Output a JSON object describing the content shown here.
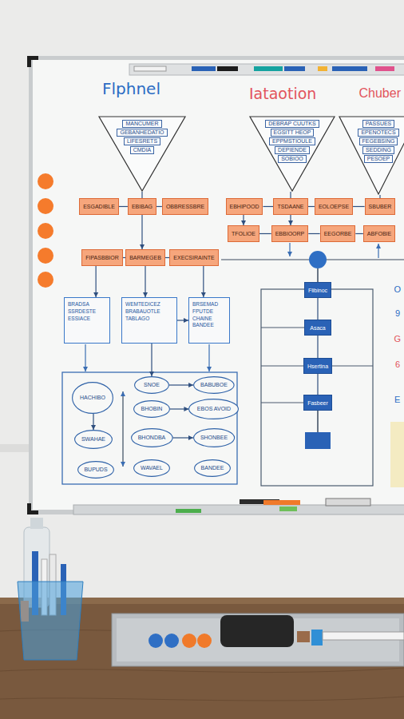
{
  "diagram": {
    "nodes": [
      {
        "text": [
          "MANCUMER",
          "GEBANHEDATIO",
          "LIFESRETS",
          "CMDIA"
        ]
      },
      {
        "text": [
          "DEBRAP CUUTKS",
          "EGSITT HEOP",
          "EPPMSTIOULE",
          "DEPIENDE",
          "SOBIOO"
        ]
      },
      {
        "text": [
          "PASSUES",
          "EPENOTECS",
          "FEGEBSING",
          "SEDDING",
          "PESOEP"
        ]
      },
      {
        "text": [
          "ESGADIBLE"
        ]
      },
      {
        "text": [
          "EBIBAG"
        ]
      },
      {
        "text": [
          "OBBRESSBRE"
        ]
      },
      {
        "text": [
          "EBHIPOOD"
        ]
      },
      {
        "text": [
          "TSDAANE"
        ]
      },
      {
        "text": [
          "EOLOEPSE"
        ]
      },
      {
        "text": [
          "SBUBER"
        ]
      },
      {
        "text": [
          "TFOLIOE"
        ]
      },
      {
        "text": [
          "EBBIOORP"
        ]
      },
      {
        "text": [
          "EEGORBE"
        ]
      },
      {
        "text": [
          "ABFOBIE"
        ]
      },
      {
        "text": [
          "FIPASBBIOR"
        ]
      },
      {
        "text": [
          "BARMEGEB"
        ]
      },
      {
        "text": [
          "EXECSIRAINTE"
        ]
      },
      {
        "text": [
          "BRADSA SSRDESTE ESSIACE"
        ]
      },
      {
        "text": [
          "WEMTEDICEZ BRABAUOTLE TABLAGO"
        ]
      },
      {
        "text": [
          "BRSEMAD FPUTDE CHAINE BANDEE"
        ]
      },
      {
        "text": [
          "Flibinoc"
        ]
      },
      {
        "text": [
          "Asaca"
        ]
      },
      {
        "text": [
          "Hsertina"
        ]
      },
      {
        "text": [
          "Fasbeer"
        ]
      },
      {
        "text": [
          "HACHIBO"
        ]
      },
      {
        "text": [
          "SNOE"
        ]
      },
      {
        "text": [
          "BABUBOE"
        ]
      },
      {
        "text": [
          "BHOBIN"
        ]
      },
      {
        "text": [
          "EBOS AVOID"
        ]
      },
      {
        "text": [
          "SWAHAE"
        ]
      },
      {
        "text": [
          "BHONDBA"
        ]
      },
      {
        "text": [
          "SHONBEE"
        ]
      },
      {
        "text": [
          "BUPUDS"
        ]
      },
      {
        "text": [
          "WAVAEL"
        ]
      },
      {
        "text": [
          "BANDEE"
        ]
      }
    ],
    "edges": [
      {
        "from": 0,
        "to": 4,
        "arrow": "none"
      },
      {
        "from": 1,
        "to": 7,
        "arrow": "none"
      },
      {
        "from": 2,
        "to": 9,
        "arrow": "none"
      },
      {
        "from": 3,
        "to": 4,
        "arrow": "none"
      },
      {
        "from": 4,
        "to": 5,
        "arrow": "none"
      },
      {
        "from": 6,
        "to": 7,
        "arrow": "none"
      },
      {
        "from": 7,
        "to": 8,
        "arrow": "none"
      },
      {
        "from": 8,
        "to": 9,
        "arrow": "none"
      },
      {
        "from": 6,
        "to": 10,
        "arrow": "to"
      },
      {
        "from": 7,
        "to": 11,
        "arrow": "to"
      },
      {
        "from": 10,
        "to": 11,
        "arrow": "none"
      },
      {
        "from": 11,
        "to": 12,
        "arrow": "none"
      },
      {
        "from": 12,
        "to": 13,
        "arrow": "none"
      },
      {
        "from": 4,
        "to": 15,
        "arrow": "to"
      },
      {
        "from": 14,
        "to": 15,
        "arrow": "none"
      },
      {
        "from": 15,
        "to": 16,
        "arrow": "none"
      },
      {
        "from": 14,
        "to": 17,
        "arrow": "to"
      },
      {
        "from": 15,
        "to": 18,
        "arrow": "to"
      },
      {
        "from": 16,
        "to": 19,
        "arrow": "to"
      },
      {
        "from": 18,
        "to": 19,
        "arrow": "to"
      },
      {
        "from": 18,
        "to": 25,
        "arrow": "to"
      },
      {
        "from": 20,
        "to": 21,
        "arrow": "none"
      },
      {
        "from": 21,
        "to": 22,
        "arrow": "none"
      },
      {
        "from": 22,
        "to": 23,
        "arrow": "none"
      },
      {
        "from": 24,
        "to": 29,
        "arrow": "to"
      },
      {
        "from": 25,
        "to": 26,
        "arrow": "to"
      },
      {
        "from": 27,
        "to": 28,
        "arrow": "to"
      },
      {
        "from": 30,
        "to": 31,
        "arrow": "to"
      }
    ],
    "labels": [
      "Flphnel",
      "Iataotion",
      "Chuber",
      "O",
      "9",
      "G",
      "6",
      "E"
    ]
  }
}
